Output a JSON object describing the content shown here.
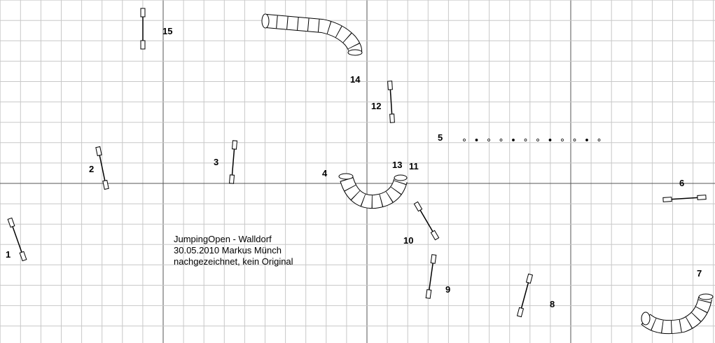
{
  "course_note": [
    "JumpingOpen - Walldorf",
    "30.05.2010 Markus Münch",
    "nachgezeichnet, kein Original"
  ],
  "obstacle_numbers": {
    "n1": "1",
    "n2": "2",
    "n3": "3",
    "n4": "4",
    "n5": "5",
    "n6": "6",
    "n7": "7",
    "n8": "8",
    "n9": "9",
    "n10": "10",
    "n11": "11",
    "n12": "12",
    "n13": "13",
    "n14": "14",
    "n15": "15"
  },
  "colors": {
    "grid_minor": "#c8c8c8",
    "grid_major": "#555555",
    "ink": "#000000"
  }
}
